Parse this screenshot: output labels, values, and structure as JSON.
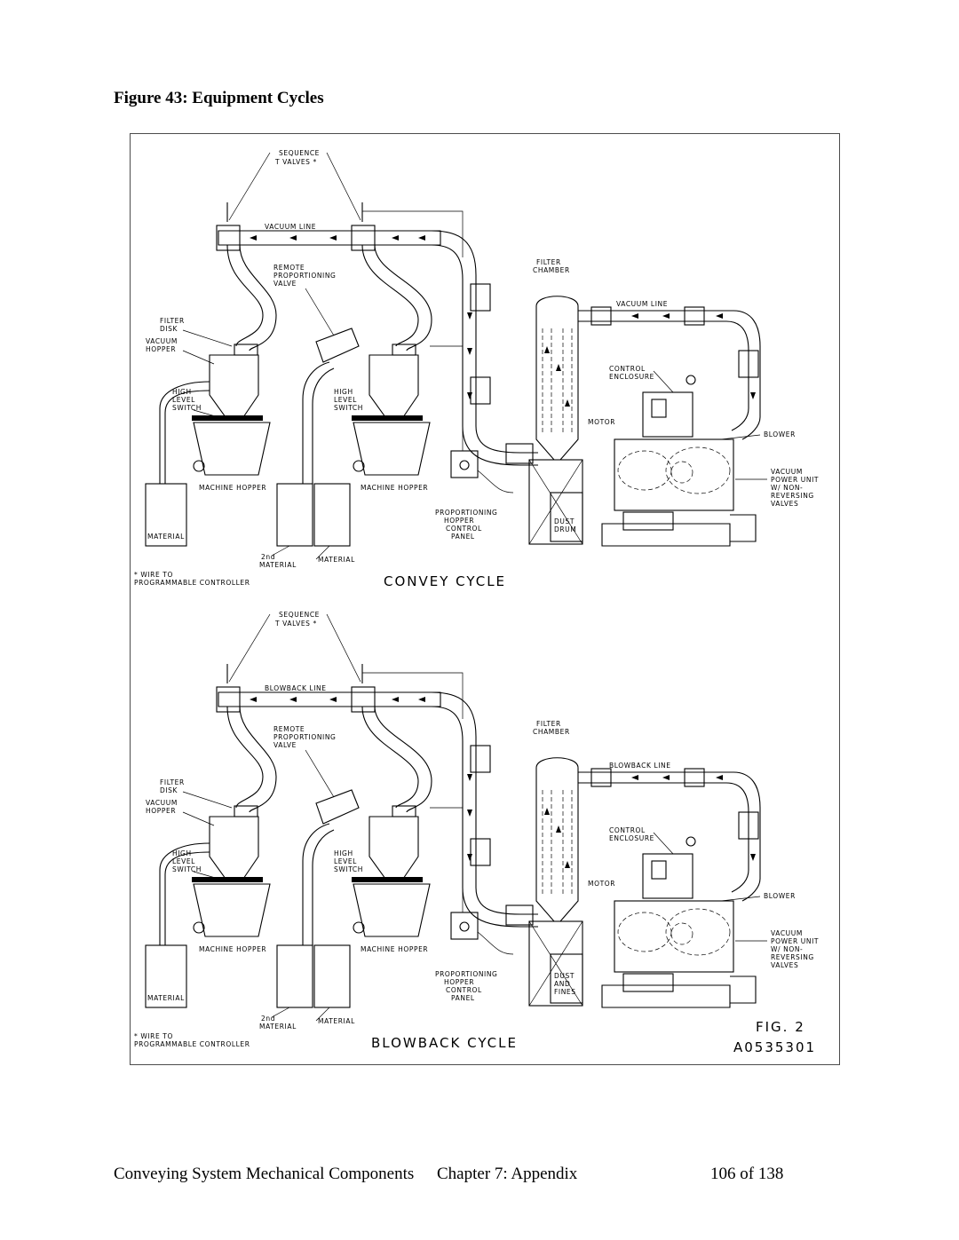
{
  "figure": {
    "title": "Figure 43:  Equipment Cycles"
  },
  "labels": {
    "sequence": "SEQUENCE",
    "t_valves": "T VALVES *",
    "vacuum_line": "VACUUM LINE",
    "blowback_line": "BLOWBACK LINE",
    "remote": "REMOTE",
    "proportioning": "PROPORTIONING",
    "valve": "VALVE",
    "filter": "FILTER",
    "disk": "DISK",
    "vacuum": "VACUUM",
    "hopper": "HOPPER",
    "high": "HIGH",
    "level": "LEVEL",
    "switch": "SWITCH",
    "machine_hopper": "MACHINE HOPPER",
    "material": "MATERIAL",
    "second": "2nd",
    "control_panel_1": "PROPORTIONING",
    "control_panel_2": "HOPPER",
    "control_panel_3": "CONTROL",
    "control_panel_4": "PANEL",
    "filter_chamber_1": "FILTER",
    "filter_chamber_2": "CHAMBER",
    "control_enclosure_1": "CONTROL",
    "control_enclosure_2": "ENCLOSURE",
    "motor": "MOTOR",
    "blower": "BLOWER",
    "vpu_1": "VACUUM",
    "vpu_2": "POWER UNIT",
    "vpu_3": "W/ NON-",
    "vpu_4": "REVERSING",
    "vpu_5": "VALVES",
    "dust": "DUST",
    "drum": "DRUM",
    "and": "AND",
    "fines": "FINES",
    "wire_to": "* WIRE TO",
    "programmable_controller": "PROGRAMMABLE CONTROLLER",
    "convey_cycle": "CONVEY CYCLE",
    "blowback_cycle": "BLOWBACK CYCLE",
    "fig": "FIG. 2",
    "drawing_no": "A0535301"
  },
  "footer": {
    "section": "Conveying System Mechanical Components",
    "chapter": "Chapter 7: Appendix",
    "page": "106 of 138"
  }
}
